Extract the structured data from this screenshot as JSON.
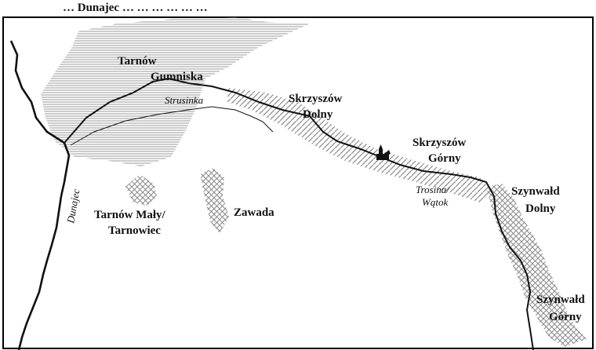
{
  "map": {
    "header_text": "… Dunajec … … … … … …",
    "towns": {
      "tarnow": "Tarnów",
      "gumniska": "Gumniska",
      "skrzyszow_dolny_1": "Skrzyszów",
      "skrzyszow_dolny_2": "Dolny",
      "skrzyszow_gorny_1": "Skrzyszów",
      "skrzyszow_gorny_2": "Górny",
      "tarnow_maly_1": "Tarnów Mały/",
      "tarnow_maly_2": "Tarnowiec",
      "zawada": "Zawada",
      "szynwald_dolny_1": "Szynwałd",
      "szynwald_dolny_2": "Dolny",
      "szynwald_gorny_1": "Szynwałd",
      "szynwald_gorny_2": "Górny"
    },
    "rivers": {
      "strusinka": "Strusinka",
      "trosina_1": "Trosina/",
      "trosina_2": "Wątok",
      "dunajec": "Dunajec"
    },
    "colors": {
      "ink": "#111111",
      "urban_hatch": "#9a9a9a",
      "crosshatch": "#8a8a8a",
      "frame": "#000000"
    },
    "icons": [
      "church-icon"
    ]
  }
}
